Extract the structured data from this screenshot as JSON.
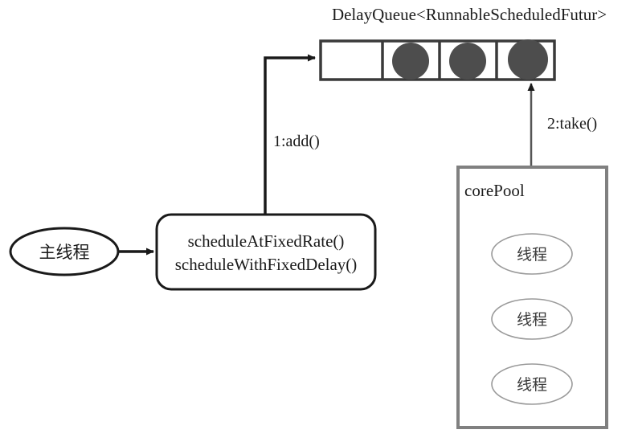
{
  "diagram": {
    "title": "DelayQueue<RunnableScheduledFutur>",
    "queue": {
      "name": "delay-queue",
      "cells": [
        {
          "label": "",
          "filled": false
        },
        {
          "label": "",
          "filled": true
        },
        {
          "label": "",
          "filled": true
        },
        {
          "label": "",
          "filled": true
        }
      ],
      "task_color": "#4d4d4d",
      "border_color": "#3a3a3a"
    },
    "main_thread": {
      "label": "主线程"
    },
    "scheduler_box": {
      "line1": "scheduleAtFixedRate()",
      "line2": "scheduleWithFixedDelay()"
    },
    "edges": [
      {
        "name": "add-edge",
        "label": "1:add()"
      },
      {
        "name": "take-edge",
        "label": "2:take()"
      }
    ],
    "core_pool": {
      "label": "corePool",
      "border_color": "#808080",
      "threads": [
        {
          "label": "线程"
        },
        {
          "label": "线程"
        },
        {
          "label": "线程"
        }
      ]
    }
  }
}
